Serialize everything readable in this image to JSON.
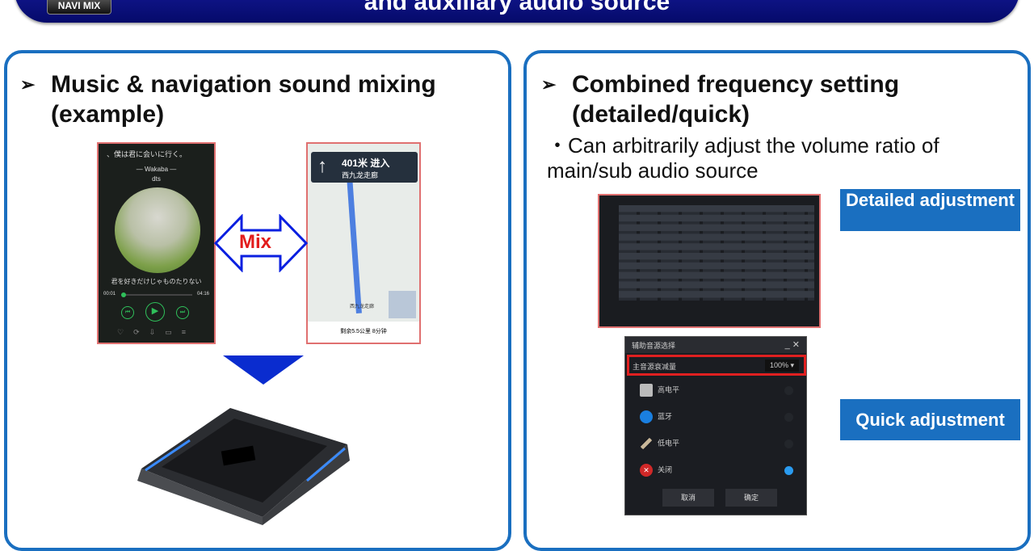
{
  "header": {
    "badge": "NAVI MIX",
    "title": "and auxiliary audio source"
  },
  "left": {
    "heading_line1": "Music & navigation sound mixing",
    "heading_line2": "(example)",
    "mix_label": "Mix",
    "music_app": {
      "song": "、僕は君に会いに行く。",
      "artist": "— Wakaba —",
      "quality": "dts",
      "lyric": "君を好きだけじゃものたりない",
      "time_elapsed": "00:01",
      "time_total": "04:16"
    },
    "nav_app": {
      "distance": "401米 进入",
      "road": "西九龙走廊",
      "remaining": "剩余5.5公里 8分钟",
      "place": "西九龙走廊"
    }
  },
  "right": {
    "heading_line1": "Combined frequency setting",
    "heading_line2": "(detailed/quick)",
    "bullet": "・Can arbitrarily adjust the volume ratio of main/sub audio source",
    "detailed_label": "Detailed adjustment",
    "quick_label": "Quick adjustment",
    "dialog": {
      "title": "辅助音源选择",
      "attenuation_label": "主音源衰减量",
      "attenuation_value": "100%",
      "options": [
        {
          "label": "高电平",
          "selected": false
        },
        {
          "label": "蓝牙",
          "selected": false
        },
        {
          "label": "低电平",
          "selected": false
        },
        {
          "label": "关闭",
          "selected": true
        }
      ],
      "cancel": "取消",
      "ok": "确定"
    }
  },
  "colors": {
    "accent": "#1a6fc0",
    "header": "#0a0f80",
    "mix": "#e21c1c"
  }
}
